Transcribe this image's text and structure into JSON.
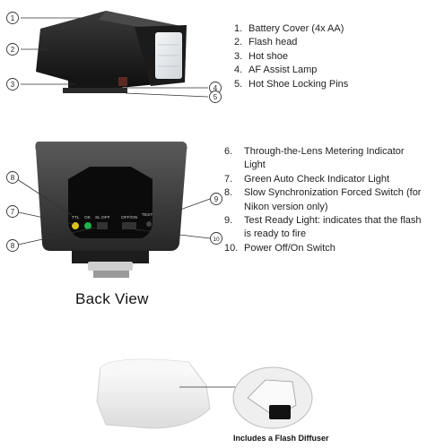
{
  "callout_numbers_top": [
    "1",
    "2",
    "3",
    "4",
    "5"
  ],
  "callout_numbers_back": [
    "8",
    "7",
    "8",
    "9",
    "10"
  ],
  "panel_labels": {
    "ttl": "TTL",
    "ok": "OK",
    "sl_off": "SL OFF",
    "off_on": "OFF/ON",
    "test": "TEST"
  },
  "features_top": [
    {
      "num": "1.",
      "text": "Battery Cover (4x AA)"
    },
    {
      "num": "2.",
      "text": "Flash head"
    },
    {
      "num": "3.",
      "text": "Hot shoe"
    },
    {
      "num": "4.",
      "text": "AF Assist Lamp"
    },
    {
      "num": "5.",
      "text": "Hot Shoe Locking Pins"
    }
  ],
  "features_back": [
    {
      "num": "6.",
      "text": "Through-the-Lens Metering Indicator Light"
    },
    {
      "num": "7.",
      "text": "Green Auto Check Indicator Light"
    },
    {
      "num": "8.",
      "text": "Slow Synchronization Forced Switch (for Nikon version only)"
    },
    {
      "num": "9.",
      "text": "Test Ready Light: indicates that the flash is ready to fire"
    },
    {
      "num": "10.",
      "text": "Power Off/On Switch"
    }
  ],
  "back_view_caption": "Back View",
  "diffuser_caption": "Includes a Flash Diffuser"
}
